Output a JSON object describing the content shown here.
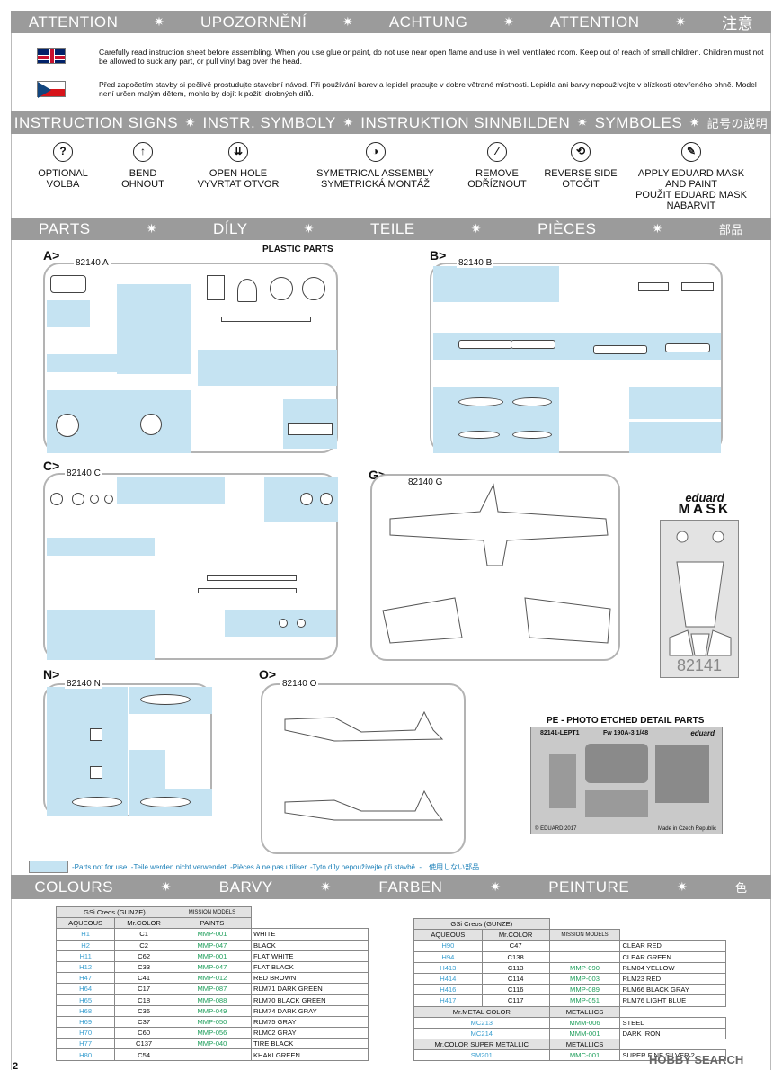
{
  "attention_bar": [
    "ATTENTION",
    "UPOZORNĚNÍ",
    "ACHTUNG",
    "ATTENTION",
    "注意"
  ],
  "warnings": {
    "en": "Carefully read instruction sheet before assembling. When you use glue or paint, do not use near open flame and use in well ventilated room. Keep out of reach of small children. Children must not be allowed to suck any part, or pull vinyl bag over the head.",
    "cz": "Před započetím stavby si pečlivě prostudujte stavební návod. Při používání barev a lepidel pracujte v dobre větrané místnosti. Lepidla ani barvy nepoužívejte v blízkosti otevřeného ohně. Model není určen malým dětem, mohlo by dojít k požití drobných dílů."
  },
  "signs_bar": [
    "INSTRUCTION SIGNS",
    "INSTR. SYMBOLY",
    "INSTRUKTION SINNBILDEN",
    "SYMBOLES",
    "記号の説明"
  ],
  "signs": [
    {
      "icon": "question-icon",
      "l1": "OPTIONAL",
      "l2": "VOLBA",
      "l3": "",
      "l4": ""
    },
    {
      "icon": "bend-arrow-icon",
      "l1": "BEND",
      "l2": "OHNOUT",
      "l3": "",
      "l4": ""
    },
    {
      "icon": "drill-icon",
      "l1": "OPEN HOLE",
      "l2": "VYVRTAT OTVOR",
      "l3": "",
      "l4": ""
    },
    {
      "icon": "symmetry-icon",
      "l1": "SYMETRICAL ASSEMBLY",
      "l2": "SYMETRICKÁ MONTÁŽ",
      "l3": "",
      "l4": ""
    },
    {
      "icon": "knife-icon",
      "l1": "REMOVE",
      "l2": "ODŘÍZNOUT",
      "l3": "",
      "l4": ""
    },
    {
      "icon": "reverse-icon",
      "l1": "REVERSE SIDE",
      "l2": "OTOČIT",
      "l3": "",
      "l4": ""
    },
    {
      "icon": "mask-icon",
      "l1": "APPLY EDUARD MASK",
      "l2": "AND PAINT",
      "l3": "POUŽIT EDUARD MASK",
      "l4": "NABARVIT"
    }
  ],
  "parts_bar": [
    "PARTS",
    "DÍLY",
    "TEILE",
    "PIÈCES",
    "部品"
  ],
  "plastic_parts": "PLASTIC PARTS",
  "sprues": {
    "A": {
      "letter": "A>",
      "code": "82140 A"
    },
    "B": {
      "letter": "B>",
      "code": "82140 B"
    },
    "C": {
      "letter": "C>",
      "code": "82140 C"
    },
    "G": {
      "letter": "G>",
      "code": "82140 G"
    },
    "N": {
      "letter": "N>",
      "code": "82140 N"
    },
    "O": {
      "letter": "O>",
      "code": "82140 O"
    }
  },
  "mask": {
    "brand": "eduard",
    "title": "MASK",
    "code": "82141"
  },
  "pe": {
    "title": "PE - PHOTO ETCHED DETAIL PARTS",
    "code": "82141-LEPT1",
    "model": "Fw 190A-3 1/48",
    "brand": "eduard",
    "copyright": "© EDUARD 2017",
    "made": "Made in Czech Republic"
  },
  "legend": "-Parts not for use. -Teile werden nicht verwendet. -Pièces à ne pas utiliser. -Tyto díly nepoužívejte při stavbě. -　使用しない部品",
  "colours_bar": [
    "COLOURS",
    "BARVY",
    "FARBEN",
    "PEINTURE",
    "色"
  ],
  "table1": {
    "gsi": "GSi Creos (GUNZE)",
    "mission": "MISSION MODELS",
    "h_aq": "AQUEOUS",
    "h_mr": "Mr.COLOR",
    "h_paints": "PAINTS",
    "rows": [
      [
        "H1",
        "C1",
        "MMP-001",
        "WHITE"
      ],
      [
        "H2",
        "C2",
        "MMP-047",
        "BLACK"
      ],
      [
        "H11",
        "C62",
        "MMP-001",
        "FLAT WHITE"
      ],
      [
        "H12",
        "C33",
        "MMP-047",
        "FLAT BLACK"
      ],
      [
        "H47",
        "C41",
        "MMP-012",
        "RED BROWN"
      ],
      [
        "H64",
        "C17",
        "MMP-087",
        "RLM71 DARK GREEN"
      ],
      [
        "H65",
        "C18",
        "MMP-088",
        "RLM70 BLACK GREEN"
      ],
      [
        "H68",
        "C36",
        "MMP-049",
        "RLM74 DARK GRAY"
      ],
      [
        "H69",
        "C37",
        "MMP-050",
        "RLM75  GRAY"
      ],
      [
        "H70",
        "C60",
        "MMP-056",
        "RLM02 GRAY"
      ],
      [
        "H77",
        "C137",
        "MMP-040",
        "TIRE BLACK"
      ],
      [
        "H80",
        "C54",
        "",
        "KHAKI GREEN"
      ]
    ]
  },
  "table2": {
    "gsi": "GSi Creos (GUNZE)",
    "mission": "MISSION MODELS",
    "h_aq": "AQUEOUS",
    "h_mr": "Mr.COLOR",
    "rows": [
      [
        "H90",
        "C47",
        "",
        "CLEAR RED"
      ],
      [
        "H94",
        "C138",
        "",
        "CLEAR GREEN"
      ],
      [
        "H413",
        "C113",
        "MMP-090",
        "RLM04 YELLOW"
      ],
      [
        "H414",
        "C114",
        "MMP-003",
        "RLM23 RED"
      ],
      [
        "H416",
        "C116",
        "MMP-089",
        "RLM66 BLACK GRAY"
      ],
      [
        "H417",
        "C117",
        "MMP-051",
        "RLM76 LIGHT BLUE"
      ]
    ],
    "metal_h": "Mr.METAL COLOR",
    "metallics": "METALLICS",
    "metal_rows": [
      [
        "MC213",
        "MMM-006",
        "STEEL"
      ],
      [
        "MC214",
        "MMM-001",
        "DARK IRON"
      ]
    ],
    "super_h": "Mr.COLOR SUPER METALLIC",
    "metallics2": "METALLICS",
    "super_rows": [
      [
        "SM201",
        "MMC-001",
        "SUPER FINE SILVER 2"
      ]
    ]
  },
  "page_number": "2",
  "watermark": "HOBBY SEARCH"
}
